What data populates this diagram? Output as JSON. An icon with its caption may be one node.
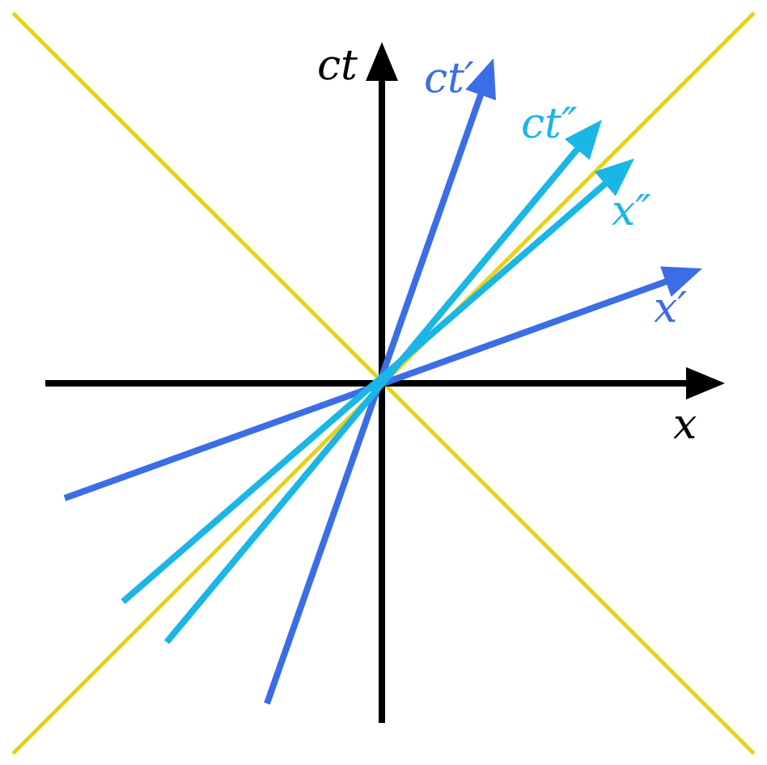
{
  "diagram": {
    "labels": [
      "ct",
      "ct′",
      "ct″",
      "x″",
      "x′",
      "x"
    ]
  }
}
